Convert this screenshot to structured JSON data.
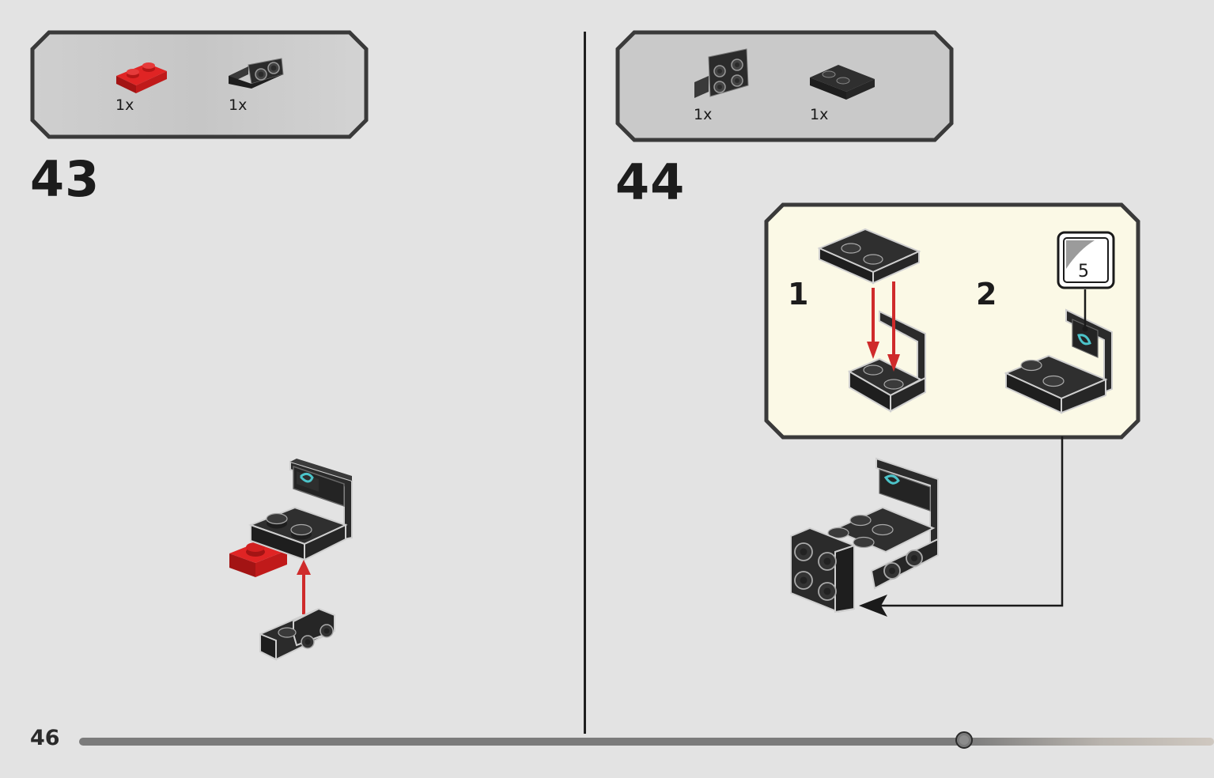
{
  "page": {
    "number": "46",
    "progress": 0.78
  },
  "steps": [
    {
      "number": "43",
      "parts": [
        {
          "qty": "1x",
          "part": "red-plate-1x2-icon",
          "color": "#d71f1f"
        },
        {
          "qty": "1x",
          "part": "black-bracket-1x2-icon",
          "color": "#2b2b2b"
        }
      ]
    },
    {
      "number": "44",
      "parts": [
        {
          "qty": "1x",
          "part": "black-bracket-2x2-icon",
          "color": "#2b2b2b"
        },
        {
          "qty": "1x",
          "part": "black-plate-2x2-icon",
          "color": "#2b2b2b"
        }
      ],
      "substeps": [
        {
          "number": "1"
        },
        {
          "number": "2",
          "sticker": "5"
        }
      ]
    }
  ],
  "colors": {
    "background": "#e3e3e3",
    "parts_box": "#c9c9c9",
    "callout_box": "#fbf9e6",
    "brick_black": "#2b2b2b",
    "brick_red": "#d71f1f",
    "arrow_red": "#cf2b2b"
  }
}
